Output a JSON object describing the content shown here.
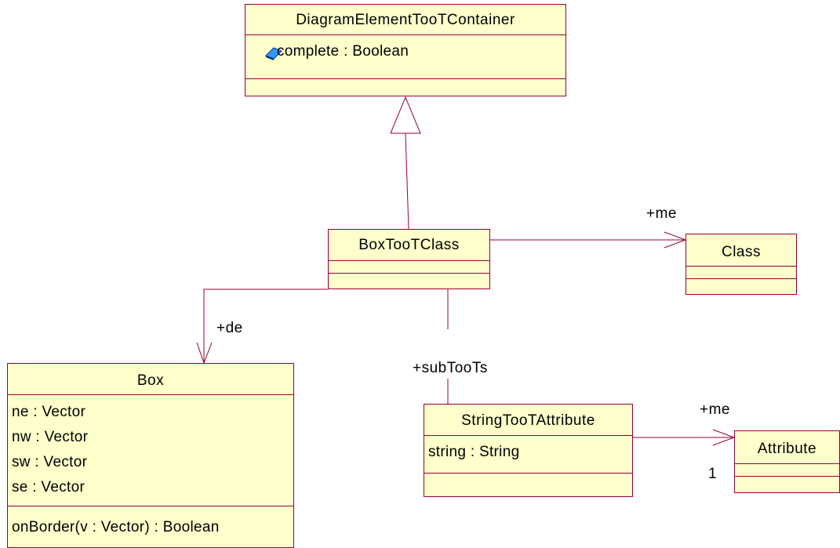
{
  "classes": {
    "container": {
      "name": "DiagramElementTooTContainer",
      "attrs": [
        "complete : Boolean"
      ]
    },
    "boxtoot": {
      "name": "BoxTooTClass"
    },
    "cls": {
      "name": "Class"
    },
    "box": {
      "name": "Box",
      "attrs": [
        "ne : Vector",
        "nw : Vector",
        "sw : Vector",
        "se : Vector"
      ],
      "ops": [
        "onBorder(v : Vector) : Boolean"
      ]
    },
    "stringtoot": {
      "name": "StringTooTAttribute",
      "attrs": [
        "string : String"
      ]
    },
    "attribute": {
      "name": "Attribute"
    }
  },
  "labels": {
    "me_class": "+me",
    "de_box": "+de",
    "subtoots": "+subTooTs",
    "me_attr": "+me",
    "mult_attr": "1"
  },
  "colors": {
    "fill": "#ffffcc",
    "stroke": "#990033"
  }
}
